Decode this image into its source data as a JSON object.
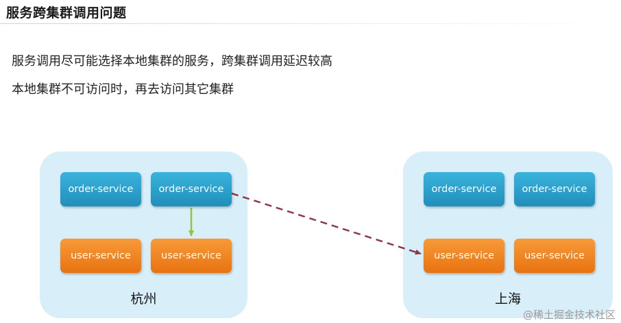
{
  "title": "服务跨集群调用问题",
  "bullets": [
    "服务调用尽可能选择本地集群的服务，跨集群调用延迟较高",
    "本地集群不可访问时，再去访问其它集群"
  ],
  "clusters": {
    "hangzhou": {
      "label": "杭州",
      "services": [
        "order-service",
        "order-service",
        "user-service",
        "user-service"
      ]
    },
    "shanghai": {
      "label": "上海",
      "services": [
        "order-service",
        "order-service",
        "user-service",
        "user-service"
      ]
    }
  },
  "colors": {
    "cluster_bg": "#d8eef8",
    "order_service": "#2a9fcb",
    "user_service": "#f2851f",
    "local_arrow": "#8dc63f",
    "cross_arrow": "#8b3a4a"
  },
  "watermark": "@稀土掘金技术社区"
}
